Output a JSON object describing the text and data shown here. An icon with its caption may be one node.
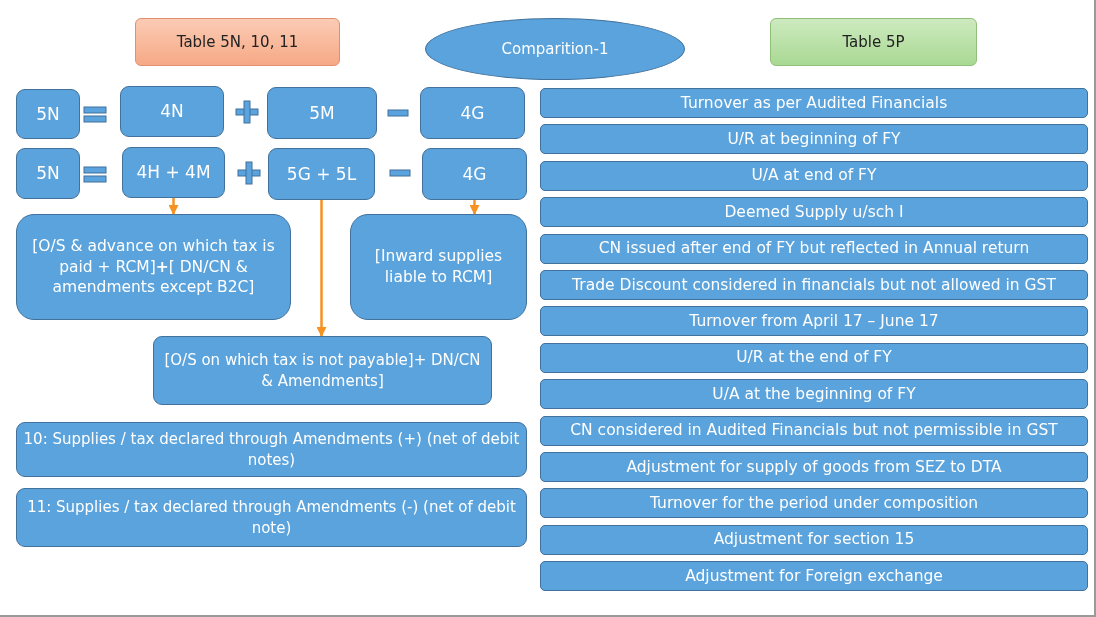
{
  "diagram": {
    "nodes": [
      {
        "text": [
          "Table 5N, 10, 11"
        ]
      },
      {
        "text": [
          "Comparition-1"
        ]
      },
      {
        "text": [
          "Table 5P"
        ]
      },
      {
        "text": [
          "5N"
        ]
      },
      {
        "text": [
          "4N"
        ]
      },
      {
        "text": [
          "5M"
        ]
      },
      {
        "text": [
          "4G"
        ]
      },
      {
        "text": [
          "5N"
        ]
      },
      {
        "text": [
          "4H + 4M"
        ]
      },
      {
        "text": [
          "5G + 5L"
        ]
      },
      {
        "text": [
          "4G"
        ]
      },
      {
        "text": [
          "[O/S & advance on which tax is paid + RCM]**+**[ DN/CN & amendments except B2C]"
        ]
      },
      {
        "text": [
          "[Inward supplies liable to RCM]"
        ]
      },
      {
        "text": [
          "[O/S on which tax is not payable]+ DN/CN & Amendments]"
        ]
      },
      {
        "text": [
          "10: Supplies / tax declared through Amendments (+) (net of debit notes)"
        ]
      },
      {
        "text": [
          "11: Supplies / tax declared through Amendments (-) (net of debit note)"
        ]
      },
      {
        "text": [
          "Turnover as per Audited Financials"
        ]
      },
      {
        "text": [
          "U/R at beginning of FY"
        ]
      },
      {
        "text": [
          "U/A at end of FY"
        ]
      },
      {
        "text": [
          "Deemed Supply u/sch I"
        ]
      },
      {
        "text": [
          "CN issued after end of FY but reflected in Annual return"
        ]
      },
      {
        "text": [
          "Trade Discount considered in financials but not allowed in GST"
        ]
      },
      {
        "text": [
          "Turnover from April 17 – June 17"
        ]
      },
      {
        "text": [
          "U/R at the end of FY"
        ]
      },
      {
        "text": [
          "U/A at the beginning of FY"
        ]
      },
      {
        "text": [
          "CN considered in Audited Financials but not permissible in GST"
        ]
      },
      {
        "text": [
          "Adjustment for supply of goods from SEZ to DTA"
        ]
      },
      {
        "text": [
          "Turnover for the period under composition"
        ]
      },
      {
        "text": [
          "Adjustment for section 15"
        ]
      },
      {
        "text": [
          "Adjustment for Foreign exchange"
        ]
      }
    ],
    "edges": [
      {
        "from": 8,
        "to": 11,
        "arrow": "to"
      },
      {
        "from": 9,
        "to": 13,
        "arrow": "to"
      },
      {
        "from": 10,
        "to": 12,
        "arrow": "to"
      }
    ]
  }
}
